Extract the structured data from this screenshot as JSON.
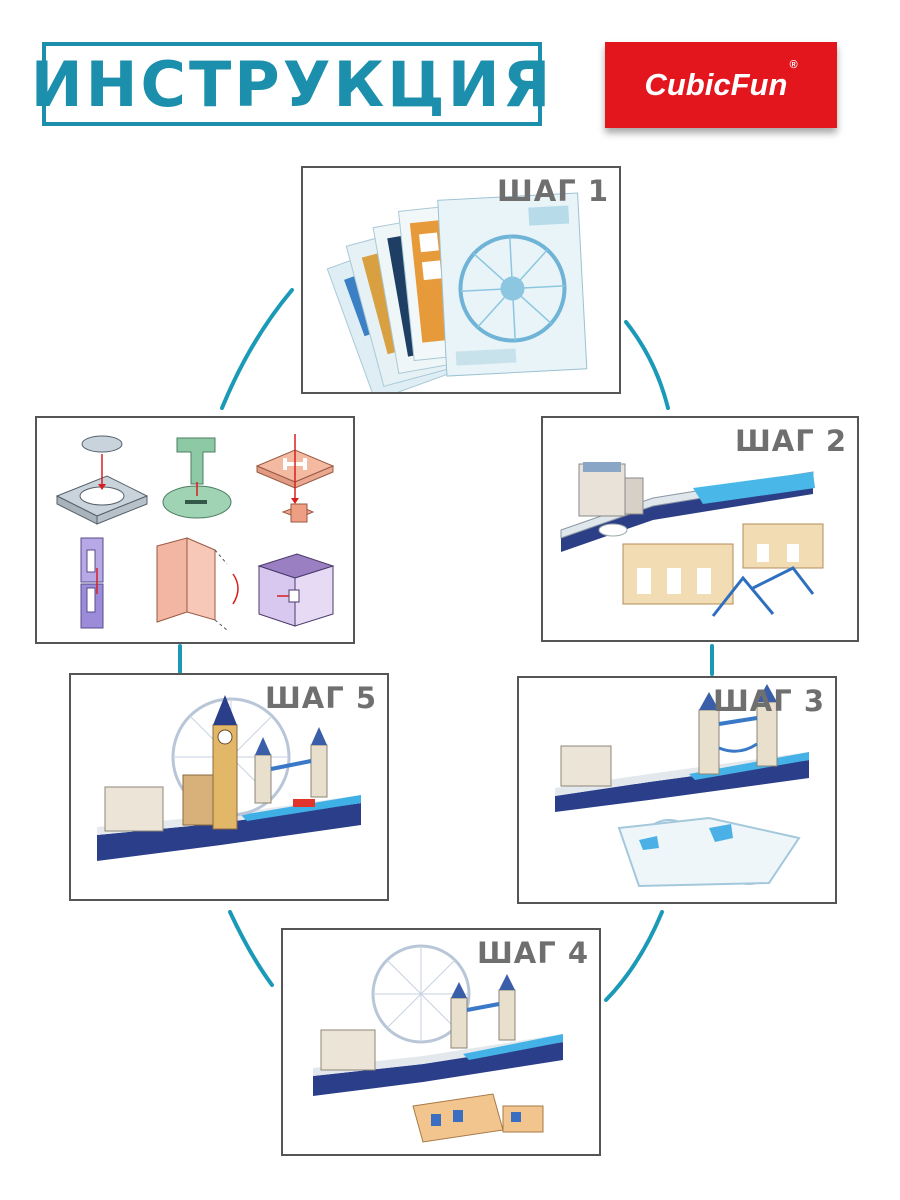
{
  "header": {
    "title": "ИНСТРУКЦИЯ"
  },
  "brand": {
    "name": "CubicFun",
    "mark": "®",
    "color": "#e3161e"
  },
  "accent_color": "#1b8fac",
  "steps": [
    {
      "label": "ШАГ 1",
      "image": "printed-sheets"
    },
    {
      "label": "ШАГ 2",
      "image": "base-and-bridge-parts"
    },
    {
      "label": "ШАГ 3",
      "image": "tower-bridge-assembled"
    },
    {
      "label": "ШАГ 4",
      "image": "london-eye-added"
    },
    {
      "label": "ШАГ 5",
      "image": "big-ben-completed"
    }
  ],
  "assembly_guide": {
    "image": "tab-and-slot-diagram"
  }
}
